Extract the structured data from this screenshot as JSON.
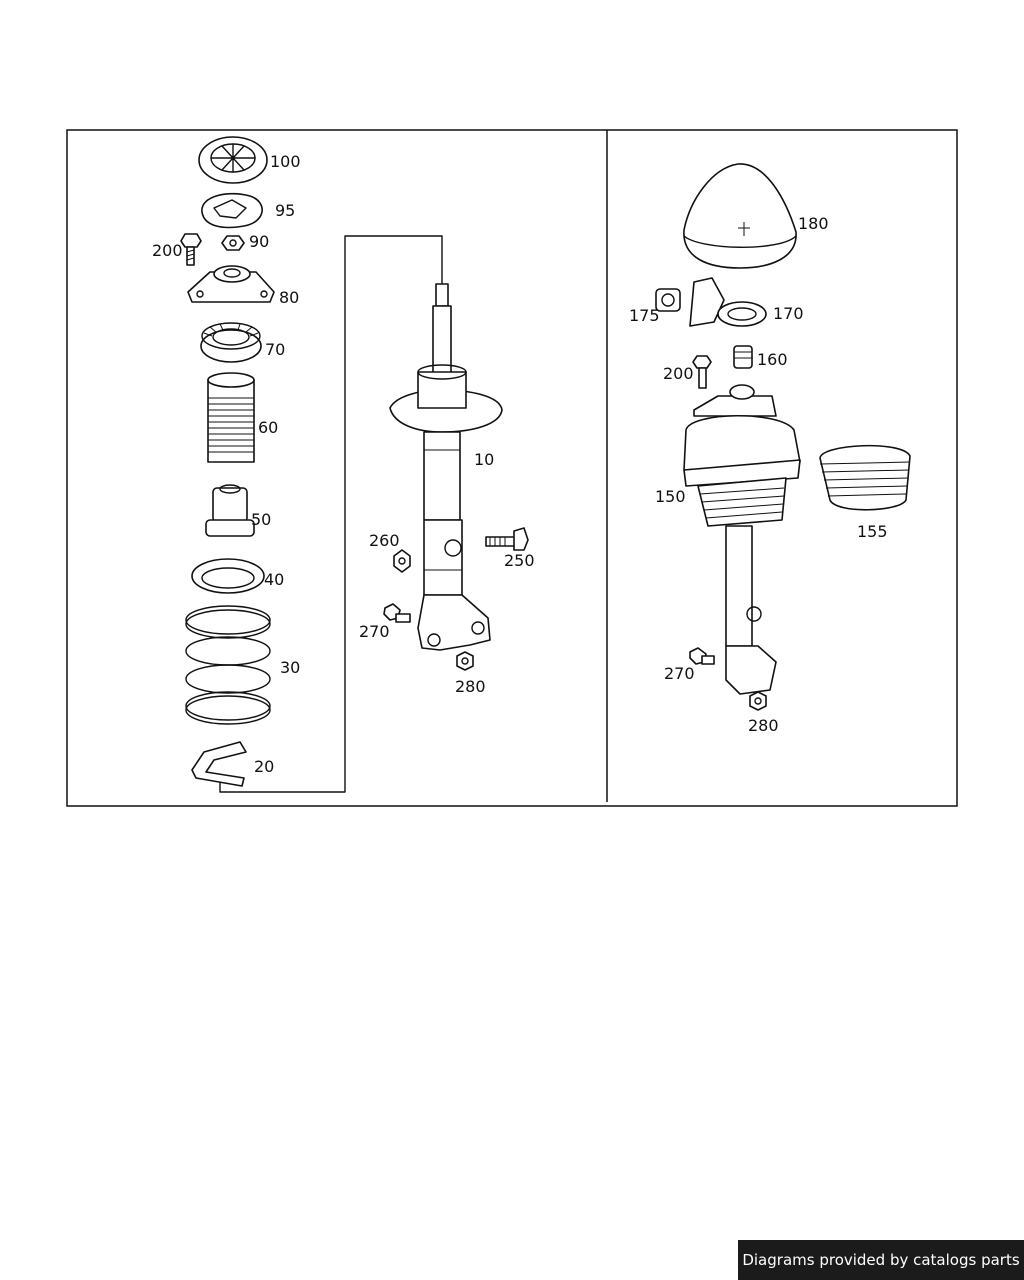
{
  "callouts": [
    {
      "id": "c100",
      "label": "100"
    },
    {
      "id": "c95",
      "label": "95"
    },
    {
      "id": "c90",
      "label": "90"
    },
    {
      "id": "c200a",
      "label": "200"
    },
    {
      "id": "c80",
      "label": "80"
    },
    {
      "id": "c70",
      "label": "70"
    },
    {
      "id": "c60",
      "label": "60"
    },
    {
      "id": "c50",
      "label": "50"
    },
    {
      "id": "c40",
      "label": "40"
    },
    {
      "id": "c30",
      "label": "30"
    },
    {
      "id": "c20",
      "label": "20"
    },
    {
      "id": "c10",
      "label": "10"
    },
    {
      "id": "c260",
      "label": "260"
    },
    {
      "id": "c250",
      "label": "250"
    },
    {
      "id": "c270a",
      "label": "270"
    },
    {
      "id": "c280a",
      "label": "280"
    },
    {
      "id": "c180",
      "label": "180"
    },
    {
      "id": "c175",
      "label": "175"
    },
    {
      "id": "c170",
      "label": "170"
    },
    {
      "id": "c200b",
      "label": "200"
    },
    {
      "id": "c160",
      "label": "160"
    },
    {
      "id": "c150",
      "label": "150"
    },
    {
      "id": "c155",
      "label": "155"
    },
    {
      "id": "c270b",
      "label": "270"
    },
    {
      "id": "c280b",
      "label": "280"
    }
  ],
  "footer": {
    "text": "Diagrams provided by catalogs parts"
  }
}
